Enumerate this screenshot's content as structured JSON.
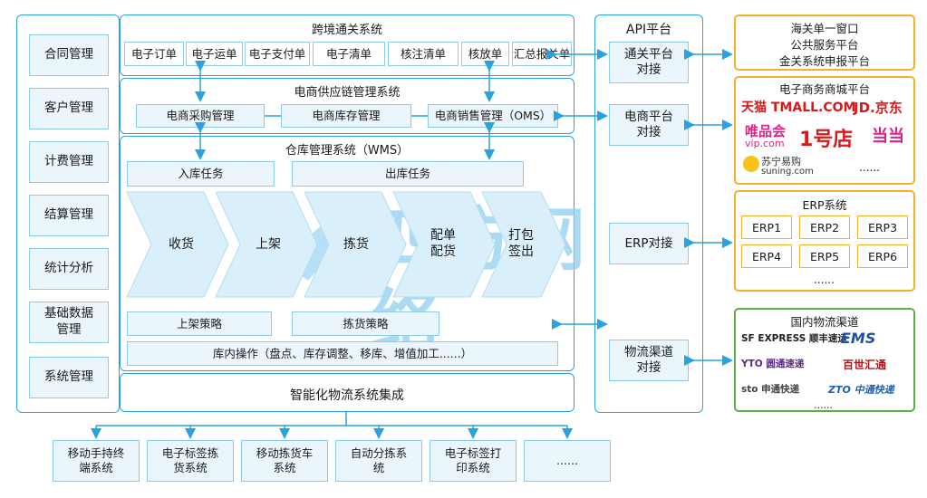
{
  "left_menu": [
    {
      "label": "合同管理"
    },
    {
      "label": "客户管理"
    },
    {
      "label": "计费管理"
    },
    {
      "label": "结算管理"
    },
    {
      "label": "统计分析"
    },
    {
      "label": "基础数据\n管理"
    },
    {
      "label": "系统管理"
    }
  ],
  "customs": {
    "title": "跨境通关系统",
    "items": [
      "电子订单",
      "电子运单",
      "电子支付单",
      "电子清单",
      "核注清单",
      "核放单",
      "汇总报关单"
    ]
  },
  "supply_chain": {
    "title": "电商供应链管理系统",
    "items": [
      "电商采购管理",
      "电商库存管理",
      "电商销售管理（OMS）"
    ]
  },
  "wms": {
    "title": "仓库管理系统（WMS）",
    "inbound_task": "入库任务",
    "outbound_task": "出库任务",
    "flow": [
      "收货",
      "上架",
      "拣货",
      "配单\n配货",
      "打包\n签出"
    ],
    "putaway_strategy": "上架策略",
    "picking_strategy": "拣货策略",
    "inventory_ops": "库内操作（盘点、库存调整、移库、增值加工......）"
  },
  "integration_title": "智能化物流系统集成",
  "watermark": "四方网络",
  "api": {
    "title": "API平台",
    "customs": "通关平台\n对接",
    "ecommerce": "电商平台\n对接",
    "erp": "ERP对接",
    "logistics": "物流渠道\n对接"
  },
  "gov": {
    "lines": [
      "海关单一窗口",
      "公共服务平台",
      "金关系统申报平台"
    ]
  },
  "mall": {
    "title": "电子商务商城平台",
    "logos": [
      "天猫 TMALL.COM",
      "JD.京东",
      "唯品会",
      "vip.com",
      "1号店",
      "当当",
      "苏宁易购",
      "suning.com",
      "......"
    ]
  },
  "erp": {
    "title": "ERP系统",
    "items": [
      "ERP1",
      "ERP2",
      "ERP3",
      "ERP4",
      "ERP5",
      "ERP6"
    ],
    "more": "......"
  },
  "logistics": {
    "title": "国内物流渠道",
    "logos": [
      "SF EXPRESS 顺丰速运",
      "EMS",
      "YTO 圆通速递",
      "百世汇通",
      "sto 申通快递",
      "ZTO 中通快递"
    ],
    "more": "......"
  },
  "devices": [
    "移动手持终\n端系统",
    "电子标签拣\n货系统",
    "移动拣货车\n系统",
    "自动分拣系\n统",
    "电子标签打\n印系统",
    "......"
  ]
}
